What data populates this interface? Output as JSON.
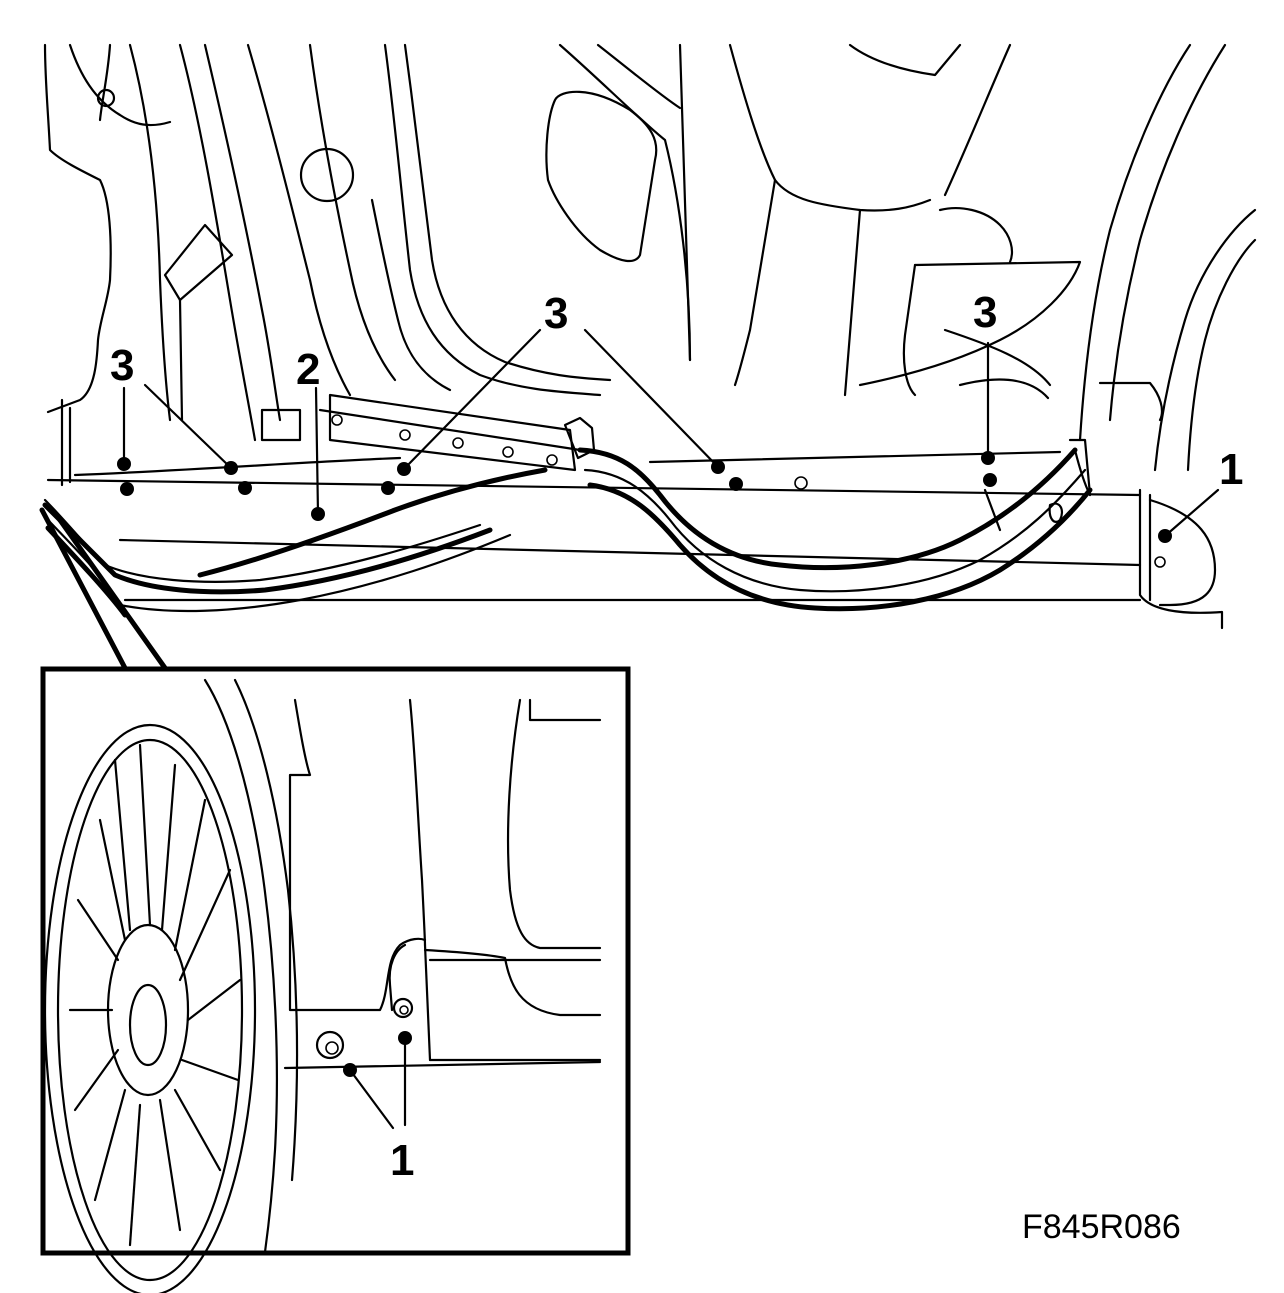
{
  "figure_code": "F845R086",
  "callouts": {
    "label_1": "1",
    "label_2": "2",
    "label_3": "3"
  },
  "colors": {
    "ink": "#000000",
    "paper": "#ffffff"
  }
}
